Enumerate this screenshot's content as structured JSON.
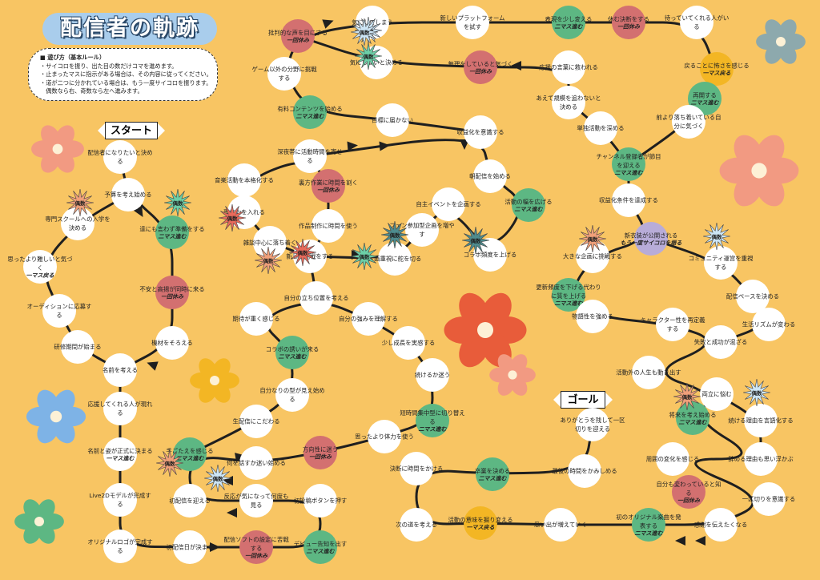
{
  "title": "配信者の軌跡",
  "rules": {
    "heading": "■ 遊び方（基本ルール）",
    "lines": [
      "・サイコロを振り、出た目の数だけコマを進めます。",
      "・止まったマスに指示がある場合は、その内容に従ってください。",
      "・道が二つに分かれている場合は、もう一度サイコロを振ります。",
      "　偶数なら右、奇数なら左へ進みます。"
    ]
  },
  "start_label": "スタート",
  "goal_label": "ゴール",
  "dice_label": "偶数",
  "colors": {
    "background": "#f8c563",
    "white": "#ffffff",
    "green": "#5db783",
    "red": "#d37070",
    "yellow": "#f3b624",
    "purple": "#b8acd8",
    "path": "#1f1f1f"
  },
  "squares": [
    {
      "text": "配信者になりたいと決める",
      "color": "white"
    },
    {
      "text": "予算を考え始める",
      "color": "white"
    },
    {
      "text": "専門スクールへの入学を決める",
      "color": "white"
    },
    {
      "text": "思ったより難しいと気づく",
      "color": "white",
      "effect": "一マス戻る"
    },
    {
      "text": "オーディションに応募する",
      "color": "white"
    },
    {
      "text": "研修期間が始まる",
      "color": "white"
    },
    {
      "text": "名前を考える",
      "color": "white"
    },
    {
      "text": "応援してくれる人が現れる",
      "color": "white"
    },
    {
      "text": "名前と姿が正式に決まる",
      "color": "white",
      "effect": "一マス進む"
    },
    {
      "text": "Live2Dモデルが完成する",
      "color": "white"
    },
    {
      "text": "オリジナルロゴが完成する",
      "color": "white"
    },
    {
      "text": "初配信日が決まる",
      "color": "white"
    },
    {
      "text": "配信ソフトの設定に苦戦する",
      "color": "red",
      "effect": "一回休み"
    },
    {
      "text": "デビュー告知を出す",
      "color": "green",
      "effect": "二マス進む"
    },
    {
      "text": "初投稿ボタンを押す",
      "color": "white"
    },
    {
      "text": "反応が気になって何度も見る",
      "color": "white"
    },
    {
      "text": "初配信を迎える",
      "color": "white"
    },
    {
      "text": "手ごたえを感じる",
      "color": "green",
      "effect": "二マス進む"
    },
    {
      "text": "何を話すか迷い始める",
      "color": "white"
    },
    {
      "text": "方向性に迷う",
      "color": "red",
      "effect": "一回休み"
    },
    {
      "text": "思ったより体力を使う",
      "color": "white"
    },
    {
      "text": "短時間集中型に切り替える",
      "color": "green",
      "effect": "二マス進む"
    },
    {
      "text": "続けるか迷う",
      "color": "white"
    },
    {
      "text": "少し成長を実感する",
      "color": "white"
    },
    {
      "text": "自分の強みを理解する",
      "color": "white"
    },
    {
      "text": "自分の立ち位置を考える",
      "color": "white"
    },
    {
      "text": "期待が重く感じる",
      "color": "white"
    },
    {
      "text": "コラボの誘いが来る",
      "color": "green",
      "effect": "二マス進む"
    },
    {
      "text": "自分なりの型が見え始める",
      "color": "white"
    },
    {
      "text": "生配信にこだわる",
      "color": "white"
    },
    {
      "text": "達にも言わず準備をする",
      "color": "green",
      "effect": "二マス進む"
    },
    {
      "text": "不安と高揚が同時に来る",
      "color": "red",
      "effect": "一回休み"
    },
    {
      "text": "機材をそろえる",
      "color": "white"
    },
    {
      "text": "新しい挑戦をする",
      "color": "white"
    },
    {
      "text": "雑談中心に落ち着く",
      "color": "white"
    },
    {
      "text": "歌に力を入れる",
      "color": "white"
    },
    {
      "text": "音楽活動を本格化する",
      "color": "white"
    },
    {
      "text": "深夜帯に活動時間を寄せる",
      "color": "white"
    },
    {
      "text": "裏方作業に時間を割く",
      "color": "red",
      "effect": "一回休み"
    },
    {
      "text": "作品制作に時間を使う",
      "color": "white"
    },
    {
      "text": "企画重視に舵を切る",
      "color": "white"
    },
    {
      "text": "ファン参加型企画を増やす",
      "color": "white"
    },
    {
      "text": "自主イベントを企画する",
      "color": "white"
    },
    {
      "text": "コラボ頻度を上げる",
      "color": "white"
    },
    {
      "text": "活動の幅を広げる",
      "color": "green",
      "effect": "二マス進む"
    },
    {
      "text": "朝配信を始める",
      "color": "white"
    },
    {
      "text": "収益化を意識する",
      "color": "white"
    },
    {
      "text": "目標に届かない",
      "color": "white"
    },
    {
      "text": "有料コンテンツを始める",
      "color": "green",
      "effect": "二マス進む"
    },
    {
      "text": "ゲーム以外の分野に挑戦する",
      "color": "white"
    },
    {
      "text": "批判的な声を目にする",
      "color": "red",
      "effect": "一回休み"
    },
    {
      "text": "気にしてしまう",
      "color": "white"
    },
    {
      "text": "気にしないと決める",
      "color": "white"
    },
    {
      "text": "新しいプラットフォームを試す",
      "color": "white"
    },
    {
      "text": "無理をしていると気づく",
      "color": "red",
      "effect": "一回休み"
    },
    {
      "text": "表現を少し変える",
      "color": "green",
      "effect": "二マス進む"
    },
    {
      "text": "応援の言葉に救われる",
      "color": "white"
    },
    {
      "text": "休む決断をする",
      "color": "red",
      "effect": "一回休み"
    },
    {
      "text": "待っていてくれる人がいる",
      "color": "white"
    },
    {
      "text": "戻ることに怖さを感じる",
      "color": "yellow",
      "effect": "一マス戻る"
    },
    {
      "text": "あえて規模を追わないと決める",
      "color": "white"
    },
    {
      "text": "再開する",
      "color": "green",
      "effect": "二マス進む"
    },
    {
      "text": "単独活動を深める",
      "color": "white"
    },
    {
      "text": "前より落ち着いている自分に気づく",
      "color": "white"
    },
    {
      "text": "チャンネル登録者が節目を迎える",
      "color": "green",
      "effect": "二マス進む"
    },
    {
      "text": "収益化条件を達成する",
      "color": "white"
    },
    {
      "text": "新衣装が公開される",
      "color": "purple",
      "effect": "もう一度サイコロを振る"
    },
    {
      "text": "大きな企画に挑戦する",
      "color": "white"
    },
    {
      "text": "コミュニティ運営を重視する",
      "color": "white"
    },
    {
      "text": "更新頻度を下げる代わりに質を上げる",
      "color": "green",
      "effect": "二マス進む"
    },
    {
      "text": "配信ペースを決める",
      "color": "white"
    },
    {
      "text": "物語性を強める",
      "color": "white"
    },
    {
      "text": "キャラクター性を再定義する",
      "color": "white"
    },
    {
      "text": "生活リズムが変わる",
      "color": "white"
    },
    {
      "text": "失敗と成功が混ざる",
      "color": "white"
    },
    {
      "text": "活動外の人生も動き出す",
      "color": "white"
    },
    {
      "text": "両立に悩む",
      "color": "white"
    },
    {
      "text": "将来を考え始める",
      "color": "green",
      "effect": "二マス進む"
    },
    {
      "text": "続ける理由を言語化する",
      "color": "white"
    },
    {
      "text": "辞める理由も思い浮かぶ",
      "color": "white"
    },
    {
      "text": "周囲の変化を感じる",
      "color": "white"
    },
    {
      "text": "自分も変わっていると知る",
      "color": "red",
      "effect": "一回休み"
    },
    {
      "text": "一区切りを意識する",
      "color": "white"
    },
    {
      "text": "感謝を伝えたくなる",
      "color": "white"
    },
    {
      "text": "初のオリジナル楽曲を発表する",
      "color": "green",
      "effect": "二マス進む"
    },
    {
      "text": "思い出が増えていく",
      "color": "white"
    },
    {
      "text": "活動の意味を掘り変える",
      "color": "yellow",
      "effect": "一マス戻る"
    },
    {
      "text": "次の道を考える",
      "color": "white"
    },
    {
      "text": "決断に時間をかける",
      "color": "white"
    },
    {
      "text": "卒業を決める",
      "color": "green",
      "effect": "二マス進む"
    },
    {
      "text": "最後の時間をかみしめる",
      "color": "white"
    },
    {
      "text": "ありがとうを残して一区切りを迎える",
      "color": "white"
    }
  ]
}
